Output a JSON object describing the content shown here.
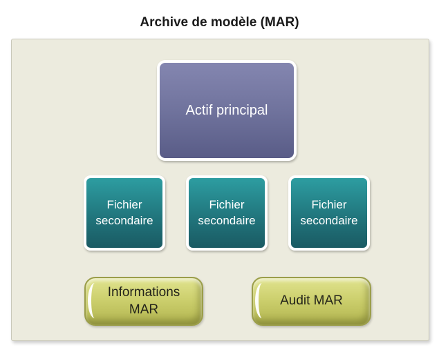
{
  "title": "Archive de modèle (MAR)",
  "diagram": {
    "primary": {
      "label": "Actif principal"
    },
    "secondary": [
      {
        "label": "Fichier secondaire"
      },
      {
        "label": "Fichier secondaire"
      },
      {
        "label": "Fichier secondaire"
      }
    ],
    "buttons": [
      {
        "label": "Informations MAR"
      },
      {
        "label": "Audit MAR"
      }
    ]
  },
  "colors": {
    "panel_bg": "#ecebde",
    "primary_top": "#8486b0",
    "primary_bottom": "#595c87",
    "secondary_top": "#2d9da1",
    "secondary_bottom": "#1a5a63",
    "button_light": "#e0e38f",
    "button_dark": "#abae4c",
    "text_light": "#ffffff",
    "text_dark": "#23231a",
    "title_text": "#1a1a1a"
  }
}
